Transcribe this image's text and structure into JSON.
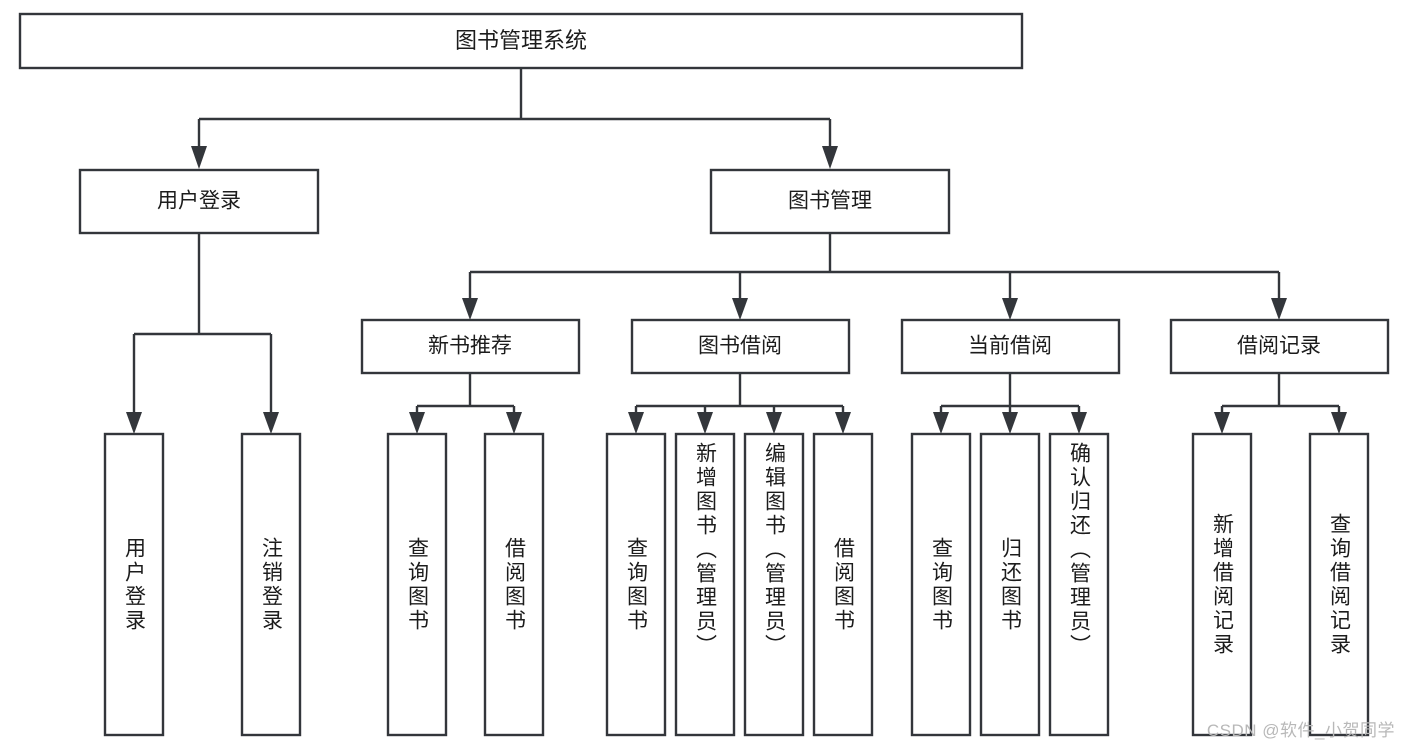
{
  "diagram": {
    "title": "图书管理系统",
    "type": "tree-hierarchy-diagram",
    "colors": {
      "stroke": "#33363b",
      "fill": "#ffffff",
      "text": "#1c1c1c",
      "watermark": "#b8b8b8"
    },
    "root": {
      "label": "图书管理系统"
    },
    "level2": [
      {
        "label": "用户登录"
      },
      {
        "label": "图书管理"
      }
    ],
    "level3": [
      {
        "label": "新书推荐"
      },
      {
        "label": "图书借阅"
      },
      {
        "label": "当前借阅"
      },
      {
        "label": "借阅记录"
      }
    ],
    "leaves": {
      "user_login": [
        {
          "label": "用户登录"
        },
        {
          "label": "注销登录"
        }
      ],
      "new_book_recommend": [
        {
          "label": "查询图书"
        },
        {
          "label": "借阅图书"
        }
      ],
      "book_borrow": [
        {
          "label": "查询图书"
        },
        {
          "label": "新增图书（管理员）"
        },
        {
          "label": "编辑图书（管理员）"
        },
        {
          "label": "借阅图书"
        }
      ],
      "current_borrow": [
        {
          "label": "查询图书"
        },
        {
          "label": "归还图书"
        },
        {
          "label": "确认归还（管理员）"
        }
      ],
      "borrow_records": [
        {
          "label": "新增借阅记录"
        },
        {
          "label": "查询借阅记录"
        }
      ]
    },
    "watermark": "CSDN @软件_小贺同学"
  }
}
